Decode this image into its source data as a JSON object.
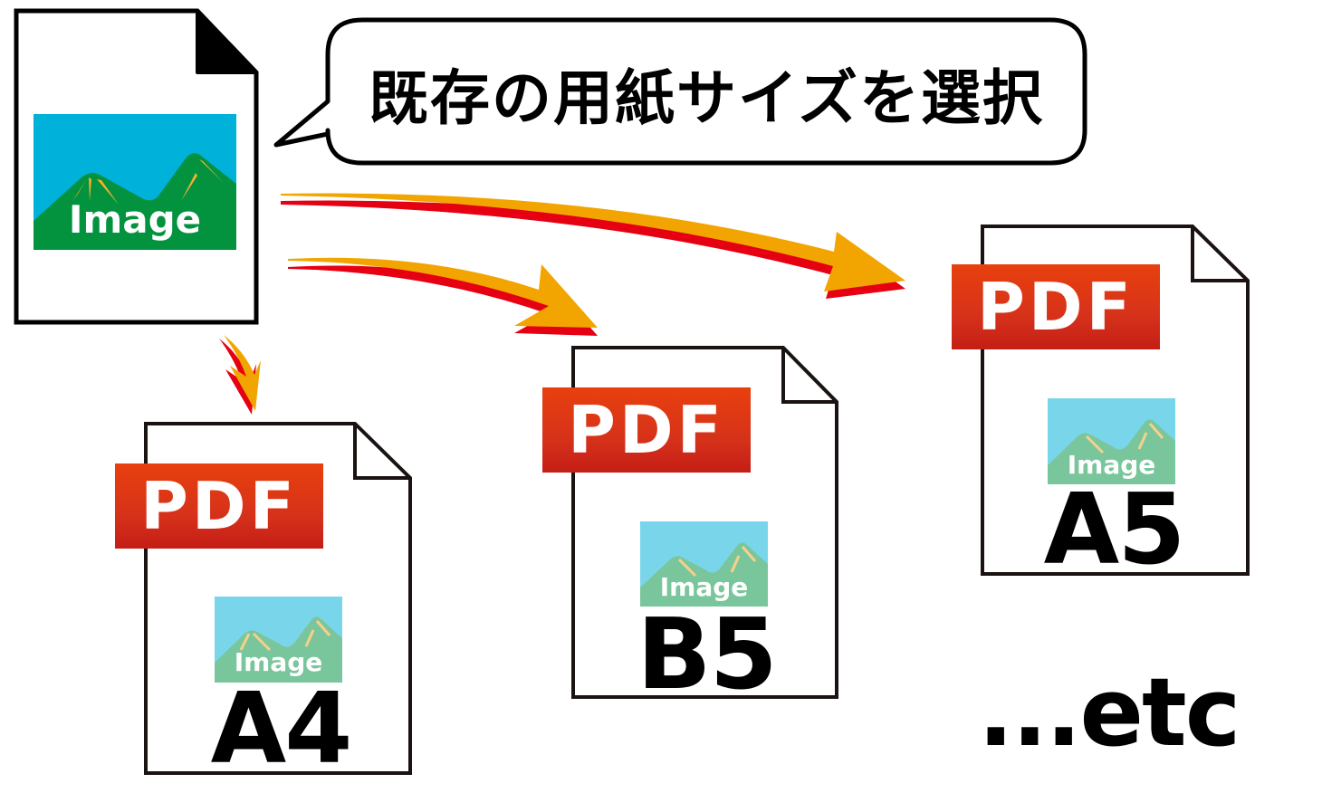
{
  "speech_bubble": {
    "text": "既存の用紙サイズを選択"
  },
  "source_file": {
    "image_label": "Image",
    "colors": {
      "sky": "#00b1d9",
      "mountain": "#03923e",
      "peak_accent": "#f5b12e"
    }
  },
  "arrows": {
    "fill": "#f2a500",
    "shadow": "#e50012",
    "targets": [
      "A4",
      "B5",
      "A5"
    ]
  },
  "output_files": [
    {
      "id": "a4",
      "badge": "PDF",
      "image_label": "Image",
      "size": "A4"
    },
    {
      "id": "b5",
      "badge": "PDF",
      "image_label": "Image",
      "size": "B5"
    },
    {
      "id": "a5",
      "badge": "PDF",
      "image_label": "Image",
      "size": "A5"
    }
  ],
  "output_image_colors": {
    "sky": "#79d6ea",
    "mountain": "#7ac69c",
    "peak_accent": "#f7d08a"
  },
  "pdf_badge_color": "#e03a14",
  "etc_label": "...etc"
}
